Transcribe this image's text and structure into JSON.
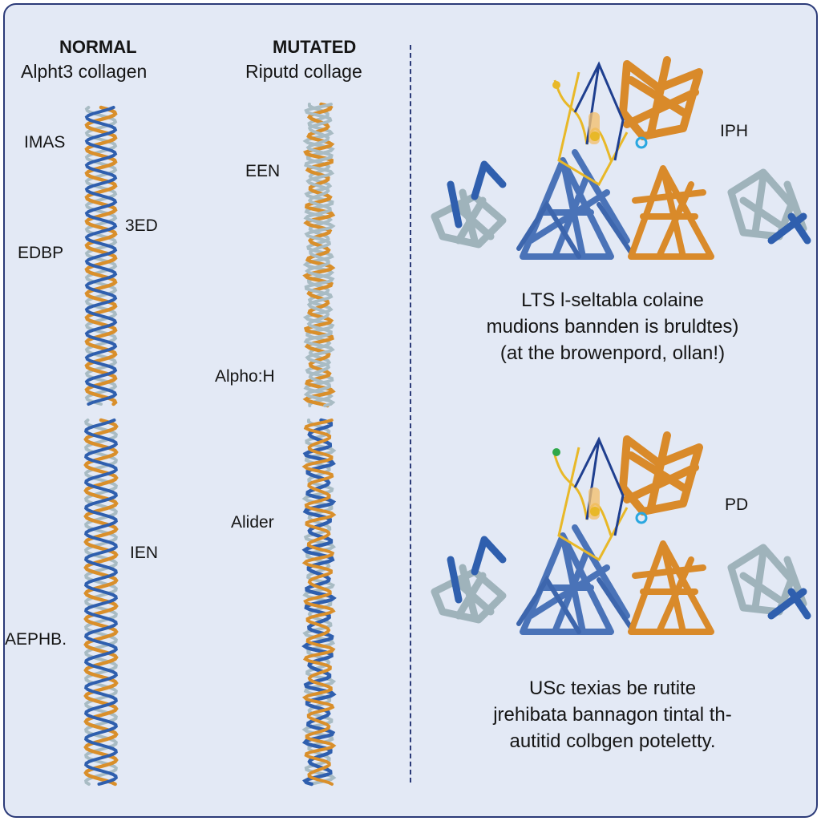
{
  "headers": {
    "normal_title": "NORMAL",
    "normal_subtitle": "Alpht3 collagen",
    "mutated_title": "MUTATED",
    "mutated_subtitle": "Riputd collage"
  },
  "helix_labels": {
    "normal": [
      "IMAS",
      "3ED",
      "EDBP",
      "IEN",
      "AEPHB."
    ],
    "mutated": [
      "EEN",
      "Alpho:H",
      "Alider"
    ]
  },
  "protein_labels": {
    "top": "IPH",
    "bottom": "PD"
  },
  "captions": {
    "top": [
      "LTS l-seltabla colaine",
      "mudions bannden is bruldtes)",
      "(at the browenpord, ollan!)"
    ],
    "bottom": [
      "USc texias be rutite",
      "jrehibata bannagon tintal th-",
      "autitid colbgen poteletty."
    ]
  },
  "colors": {
    "background": "#e3e9f5",
    "border": "#2b3a78",
    "helix_orange": "#d98f2b",
    "helix_blue": "#2f5fae",
    "helix_grey": "#a9bcc4",
    "protein_blue": "#4a73b8",
    "protein_orange": "#d98a2a",
    "protein_grey": "#9fb3bb",
    "loop_yellow": "#e8b828",
    "loop_navy": "#1f3f8f"
  },
  "icons": [
    "collagen-triple-helix-illustration",
    "protein-structure-illustration"
  ]
}
